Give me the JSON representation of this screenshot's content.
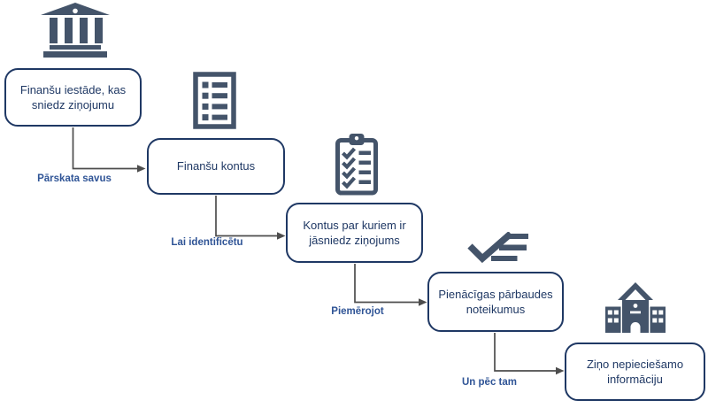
{
  "colors": {
    "background": "#ffffff",
    "icon": "#44546A",
    "box_border": "#1F3864",
    "box_text": "#1F3864",
    "connector_label": "#2F5496",
    "connector_line": "#4D4D4D"
  },
  "diagram": {
    "steps": [
      {
        "icon": "bank-icon",
        "box_label": "Finanšu iestāde, kas sniedz ziņojumu",
        "connector_label": "Pārskata savus"
      },
      {
        "icon": "document-list-icon",
        "box_label": "Finanšu kontus",
        "connector_label": "Lai identificētu"
      },
      {
        "icon": "clipboard-checklist-icon",
        "box_label": "Kontus par kuriem ir jāsniedz ziņojums",
        "connector_label": "Piemērojot"
      },
      {
        "icon": "check-list-icon",
        "box_label": "Pienācīgas pārbaudes noteikumus",
        "connector_label": "Un pēc tam"
      },
      {
        "icon": "school-building-icon",
        "box_label": "Ziņo nepieciešamo informāciju",
        "connector_label": ""
      }
    ]
  }
}
